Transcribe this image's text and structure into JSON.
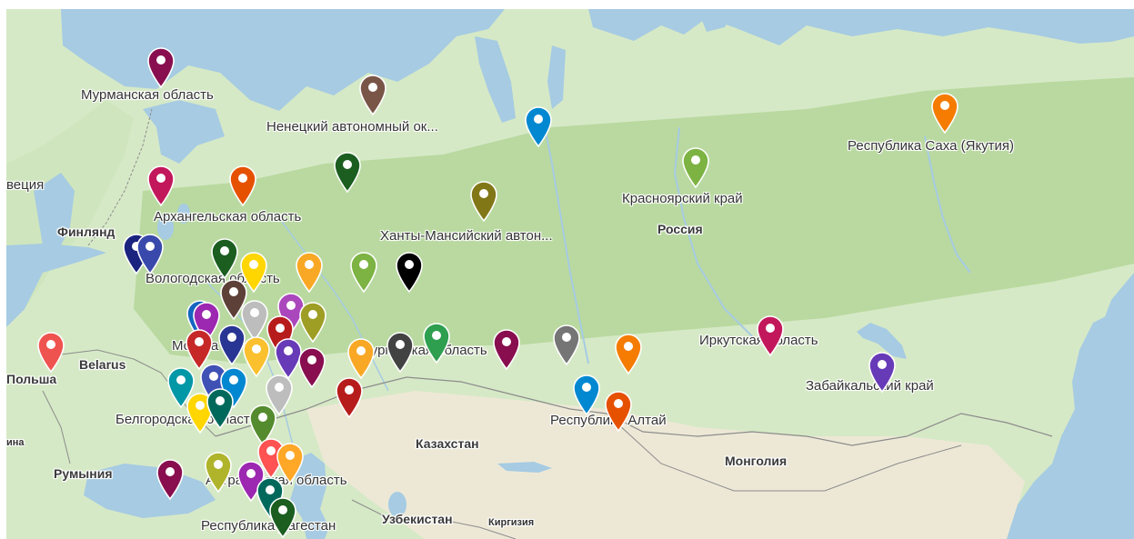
{
  "labels": {
    "murmansk": "Мурманская область",
    "nenets": "Ненецкий автономный ок...",
    "sakha": "Республика Саха (Якутия)",
    "shvetsiya": "веция",
    "arkhangelsk": "Архангельская область",
    "krasnoyarsk": "Красноярский край",
    "finlyandiya": "Финлянд",
    "khanty": "Ханты-Мансийский автон...",
    "rossiya": "Россия",
    "vologda": "Вологодская область",
    "moskva": "Москва",
    "kurgan": "Курганская область",
    "irkutsk": "Иркутская область",
    "polsha": "Польша",
    "belarus": "Belarus",
    "zabaykalsky": "Забайкальский край",
    "belgorod": "Белгородская область",
    "altai": "Республика Алтай",
    "ukraina": "ина",
    "kazakhstan": "Казахстан",
    "mongoliya": "Монголия",
    "ruminiya": "Румыния",
    "astrakhan": "Астраханская область",
    "dagestan": "Республика Дагестан",
    "uzbekistan": "Узбекистан",
    "kirgiziya": "Киргизия"
  },
  "markers": [
    {
      "color": "#880e4f"
    },
    {
      "color": "#795548"
    },
    {
      "color": "#0288d1"
    },
    {
      "color": "#f57c00"
    },
    {
      "color": "#c2185b"
    },
    {
      "color": "#e65100"
    },
    {
      "color": "#1b5e20"
    },
    {
      "color": "#7cb342"
    },
    {
      "color": "#827717"
    },
    {
      "color": "#1a237e"
    },
    {
      "color": "#3949ab"
    },
    {
      "color": "#1b5e20"
    },
    {
      "color": "#ffd600"
    },
    {
      "color": "#f9a825"
    },
    {
      "color": "#7cb342"
    },
    {
      "color": "#000000"
    },
    {
      "color": "#5d4037"
    },
    {
      "color": "#1565c0"
    },
    {
      "color": "#9c27b0"
    },
    {
      "color": "#bdbdbd"
    },
    {
      "color": "#ab47bc"
    },
    {
      "color": "#9e9d24"
    },
    {
      "color": "#b71c1c"
    },
    {
      "color": "#c62828"
    },
    {
      "color": "#283593"
    },
    {
      "color": "#fbc02d"
    },
    {
      "color": "#673ab7"
    },
    {
      "color": "#880e4f"
    },
    {
      "color": "#f9a825"
    },
    {
      "color": "#424242"
    },
    {
      "color": "#2e9e4f"
    },
    {
      "color": "#880e4f"
    },
    {
      "color": "#757575"
    },
    {
      "color": "#f57c00"
    },
    {
      "color": "#c2185b"
    },
    {
      "color": "#673ab7"
    },
    {
      "color": "#ef5350"
    },
    {
      "color": "#0097a7"
    },
    {
      "color": "#3f51b5"
    },
    {
      "color": "#0288d1"
    },
    {
      "color": "#bdbdbd"
    },
    {
      "color": "#ffd600"
    },
    {
      "color": "#00695c"
    },
    {
      "color": "#b71c1c"
    },
    {
      "color": "#0288d1"
    },
    {
      "color": "#e65100"
    },
    {
      "color": "#558b2f"
    },
    {
      "color": "#880e4f"
    },
    {
      "color": "#afb42b"
    },
    {
      "color": "#9c27b0"
    },
    {
      "color": "#ff5252"
    },
    {
      "color": "#ffa726"
    },
    {
      "color": "#00695c"
    },
    {
      "color": "#1b5e20"
    }
  ]
}
